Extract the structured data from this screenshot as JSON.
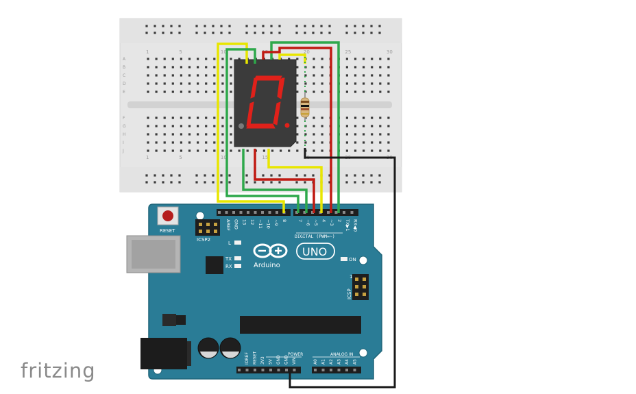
{
  "brand": {
    "logo_text": "fritzing"
  },
  "breadboard": {
    "columns": [
      "1",
      "5",
      "10",
      "15",
      "20",
      "25",
      "30"
    ],
    "rows_top": [
      "A",
      "B",
      "C",
      "D",
      "E"
    ],
    "rows_bottom": [
      "F",
      "G",
      "H",
      "I",
      "J"
    ]
  },
  "arduino": {
    "brand_name": "Arduino",
    "model_name": "UNO",
    "reset_label": "RESET",
    "icsp2_label": "ICSP2",
    "icsp_label": "ICSP",
    "icsp_pin1": "1",
    "led_l": "L",
    "led_tx": "TX",
    "led_rx": "RX",
    "on_label": "ON",
    "digital_label": "DIGITAL (PWM=~)",
    "power_label": "POWER",
    "analog_label": "ANALOG IN",
    "digital_pins": [
      "AREF",
      "GND",
      "13",
      "12",
      "~11",
      "~10",
      "~9",
      "8",
      "7",
      "~6",
      "~5",
      "4",
      "~3",
      "2",
      "TX▶1",
      "RX◀0"
    ],
    "power_pins": [
      "IOREF",
      "RESET",
      "3V3",
      "5V",
      "GND",
      "GND",
      "VIN"
    ],
    "analog_pins": [
      "A0",
      "A1",
      "A2",
      "A3",
      "A4",
      "A5"
    ]
  },
  "colors": {
    "board": "#2a7c96",
    "breadboard": "#e6e6e6",
    "wire_yellow": "#e8e600",
    "wire_green": "#2ea84b",
    "wire_red": "#c01a12",
    "wire_black": "#1a1a1a",
    "segment_on": "#e0211a",
    "display_body": "#3b3b3b"
  },
  "icons": [
    "reset-button-icon",
    "usb-port-icon",
    "power-jack-icon",
    "capacitor-icon",
    "resistor-icon",
    "seven-segment-display-icon",
    "infinity-logo-icon"
  ]
}
